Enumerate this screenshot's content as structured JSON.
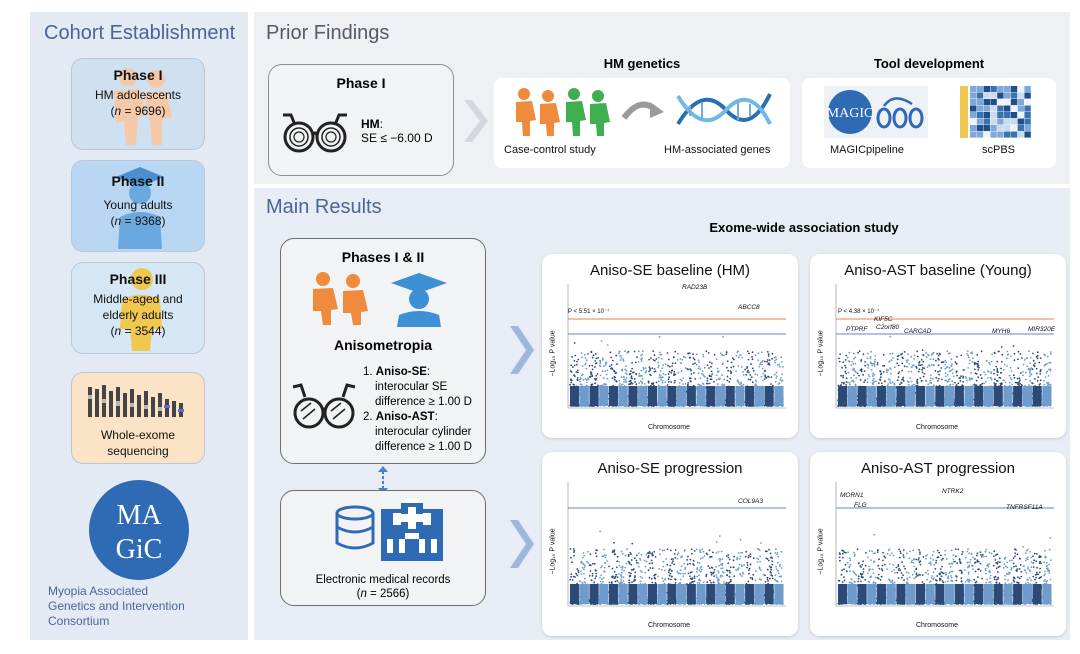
{
  "cohort": {
    "title": "Cohort Establishment",
    "phase1": {
      "title": "Phase I",
      "desc": "HM adolescents",
      "n_label": "n",
      "n_value": " = 9696)"
    },
    "phase2": {
      "title": "Phase II",
      "desc": "Young adults",
      "n_label": "n",
      "n_value": " = 9368)"
    },
    "phase3": {
      "title": "Phase III",
      "desc_line1": "Middle-aged and",
      "desc_line2": "elderly adults",
      "n_label": "n",
      "n_value": " = 3544)"
    },
    "wes": {
      "line1": "Whole-exome",
      "line2": "sequencing"
    },
    "consortium": {
      "logo_text": "MAGIC",
      "line1": "Myopia Associated",
      "line2": "Genetics and Intervention",
      "line3": "Consortium"
    }
  },
  "prior": {
    "title": "Prior Findings",
    "phase_box": {
      "title": "Phase I",
      "hm_label": "HM",
      "criterion": "SE ≤ −6.00 D"
    },
    "hm_genetics": {
      "title": "HM genetics",
      "left_caption": "Case-control study",
      "right_caption": "HM-associated genes"
    },
    "tool_dev": {
      "title": "Tool development",
      "left_caption": "MAGICpipeline",
      "right_caption": "scPBS"
    }
  },
  "main": {
    "title": "Main Results",
    "ewas_title": "Exome-wide association study",
    "phases_box": {
      "title": "Phases I & II",
      "sub": "Anisometropia",
      "item1_prefix": "1. ",
      "item1_bold": "Aniso-SE",
      "item1_rest1": "interocular SE",
      "item1_rest2": "difference ≥ 1.00 D",
      "item2_prefix": "2. ",
      "item2_bold": "Aniso-AST",
      "item2_rest1": "interocular cylinder",
      "item2_rest2": "difference ≥ 1.00 D"
    },
    "emr_box": {
      "title": "Electronic medical records",
      "n_label": "n",
      "n_value": " = 2566)"
    },
    "plots": [
      {
        "title": "Aniso-SE baseline (HM)",
        "threshold": "P < 5.51 × 10⁻⁷",
        "genes": [
          "RAD23B",
          "ABCC8"
        ],
        "xlabel": "Chromosome",
        "ylabel": "−Log₁₀ P value"
      },
      {
        "title": "Aniso-AST baseline (Young)",
        "threshold": "P < 4.38 × 10⁻⁷",
        "genes": [
          "PTPRF",
          "KIF5C",
          "C2orf80",
          "CARCAD",
          "MYH6",
          "MIR320E"
        ],
        "xlabel": "Chromosome",
        "ylabel": "−Log₁₀ P value"
      },
      {
        "title": "Aniso-SE progression",
        "threshold": "",
        "genes": [
          "COL9A3"
        ],
        "xlabel": "Chromosome",
        "ylabel": "−Log₁₀ P value"
      },
      {
        "title": "Aniso-AST progression",
        "threshold": "",
        "genes": [
          "MORN1",
          "FLG",
          "NTRK2",
          "TNFRSF11A"
        ],
        "xlabel": "Chromosome",
        "ylabel": "−Log₁₀ P value"
      }
    ]
  },
  "colors": {
    "accent_blue": "#4a6596",
    "manhattan_dark": "#2c4a78",
    "manhattan_light": "#6f9ccc",
    "red_line": "#e0805a",
    "blue_line": "#6a7fd0",
    "orange_person": "#f08a3c",
    "green_person": "#3fae4f"
  },
  "icons": [
    "glasses-icon",
    "people-icon",
    "dna-icon",
    "arrow-icon",
    "magic-logo-icon",
    "heatmap-icon",
    "graduate-icon",
    "hospital-icon",
    "database-icon",
    "chevron-right-icon"
  ]
}
